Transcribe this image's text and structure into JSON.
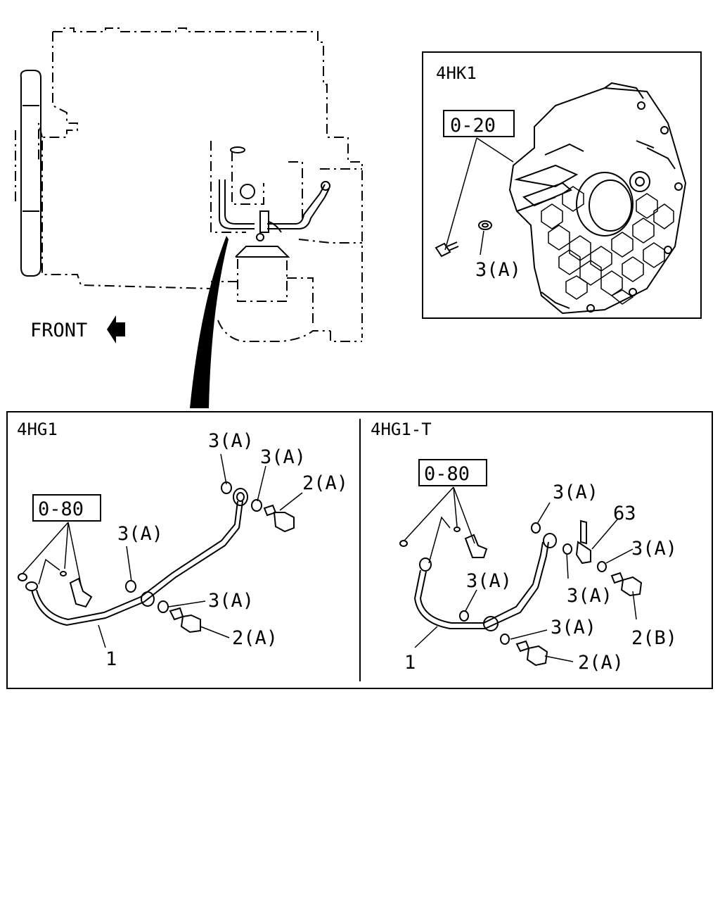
{
  "front_label": "FRONT",
  "panels": {
    "engine_4hk1": {
      "title": "4HK1",
      "code": "0-20",
      "callout_washer": "3(A)"
    },
    "engine_4hg1": {
      "title": "4HG1",
      "code": "0-80",
      "callouts": [
        "3(A)",
        "3(A)",
        "2(A)",
        "3(A)",
        "3(A)",
        "2(A)",
        "1"
      ]
    },
    "engine_4hg1t": {
      "title": "4HG1-T",
      "code": "0-80",
      "callouts": [
        "3(A)",
        "63",
        "3(A)",
        "3(A)",
        "3(A)",
        "2(B)",
        "3(A)",
        "2(A)",
        "1"
      ]
    }
  }
}
